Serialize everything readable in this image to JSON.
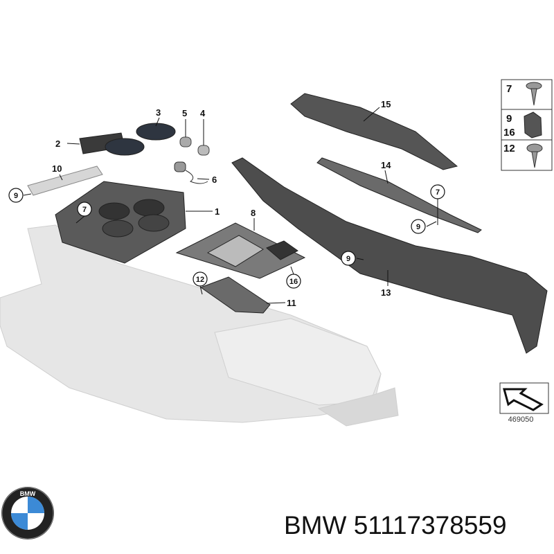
{
  "diagram": {
    "callouts": {
      "c1": "1",
      "c2": "2",
      "c3": "3",
      "c4": "4",
      "c5": "5",
      "c6": "6",
      "c7a": "7",
      "c7b": "7",
      "c8": "8",
      "c9a": "9",
      "c9b": "9",
      "c9c": "9",
      "c10": "10",
      "c11": "11",
      "c12": "12",
      "c13": "13",
      "c14": "14",
      "c15": "15",
      "c16": "16"
    },
    "fastener_legend": [
      {
        "labels": [
          "7"
        ],
        "part": "screw"
      },
      {
        "labels": [
          "9",
          "16"
        ],
        "part": "clip-nut"
      },
      {
        "labels": [
          "12"
        ],
        "part": "screw"
      }
    ],
    "reference_number": "469050"
  },
  "brand": {
    "logo": "BMW",
    "part_number_caption": "BMW 51117378559"
  },
  "colors": {
    "part_dark": "#4a4a4a",
    "part_mid": "#7a7a7a",
    "ghost_console": "#e4e4e4",
    "line": "#222222"
  }
}
